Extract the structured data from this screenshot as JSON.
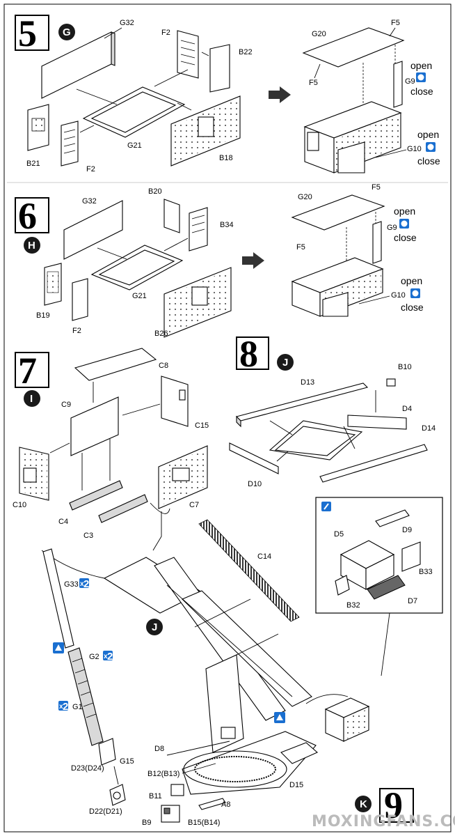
{
  "steps": {
    "s5": {
      "number": "5",
      "marker": "G"
    },
    "s6": {
      "number": "6",
      "marker": "H"
    },
    "s7": {
      "number": "7",
      "marker": "I"
    },
    "s8": {
      "number": "8",
      "marker": "J"
    },
    "s9": {
      "number": "9",
      "marker": "K"
    }
  },
  "step5_labels": {
    "g32": "G32",
    "f2a": "F2",
    "b22": "B22",
    "g21": "G21",
    "b21": "B21",
    "f2b": "F2",
    "b18": "B18",
    "g20": "G20",
    "f5a": "F5",
    "f5b": "F5",
    "g9": "G9",
    "g10": "G10"
  },
  "step6_labels": {
    "g32": "G32",
    "b20": "B20",
    "b34": "B34",
    "g21": "G21",
    "b19": "B19",
    "f2": "F2",
    "b26": "B26",
    "g20": "G20",
    "f5a": "F5",
    "f5b": "F5",
    "g9": "G9",
    "g10": "G10"
  },
  "step7_labels": {
    "c8": "C8",
    "c9": "C9",
    "c15": "C15",
    "c10": "C10",
    "c4": "C4",
    "c3": "C3",
    "c7": "C7"
  },
  "step8_labels": {
    "b10": "B10",
    "d13": "D13",
    "d4": "D4",
    "d14": "D14",
    "d10": "D10"
  },
  "step9_labels": {
    "c14": "C14",
    "g33": "G33",
    "g2": "G2",
    "g1": "G1",
    "d23": "D23(D24)",
    "g15": "G15",
    "d22": "D22(D21)",
    "d8": "D8",
    "b12": "B12(B13)",
    "b11": "B11",
    "a8": "A8",
    "b9": "B9",
    "b15": "B15(B14)",
    "d15": "D15",
    "d5": "D5",
    "d9": "D9",
    "b33": "B33",
    "b32": "B32",
    "d7": "D7",
    "j": "J"
  },
  "options": {
    "open": "open",
    "close": "close"
  },
  "multipliers": {
    "g33": "2",
    "g2": "2",
    "g1": "2"
  },
  "watermark": "MOXINGFANS.COM",
  "icons": [
    "option-toggle-icon",
    "glue-icon",
    "paint-brush-icon",
    "multiplier-icon"
  ],
  "colors": {
    "accent_blue": "#1a6fd0",
    "marker_black": "#1a1a1a"
  }
}
